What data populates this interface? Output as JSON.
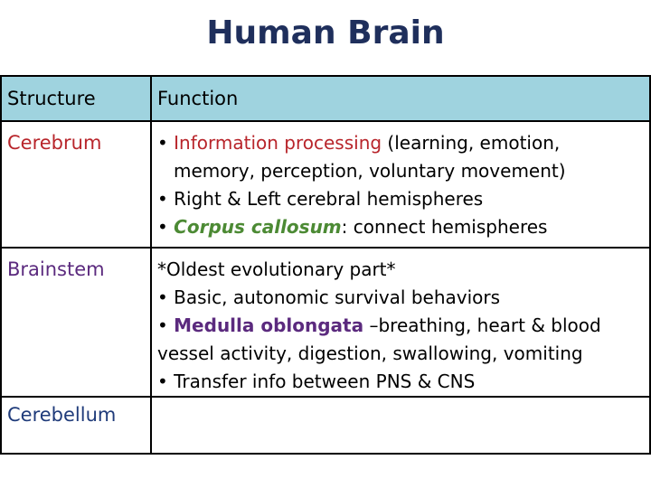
{
  "page": {
    "title": "Human Brain"
  },
  "table": {
    "headers": {
      "structure": "Structure",
      "function": "Function"
    },
    "rows": {
      "cerebrum": {
        "name": "Cerebrum",
        "line1_prefix": "• ",
        "line1_highlight": "Information processing",
        "line1_rest": " (learning, emotion,",
        "line2": "memory, perception, voluntary movement)",
        "line3": "• Right & Left cerebral hemispheres",
        "line4_prefix": "• ",
        "line4_highlight": "Corpus callosum",
        "line4_rest": ": connect hemispheres"
      },
      "brainstem": {
        "name": "Brainstem",
        "line1": "*Oldest evolutionary part*",
        "line2": "• Basic, autonomic survival behaviors",
        "line3_prefix": "• ",
        "line3_highlight": "Medulla oblongata",
        "line3_rest": " –breathing, heart & blood",
        "line4": "vessel activity, digestion, swallowing, vomiting",
        "line5": "• Transfer info between PNS & CNS"
      },
      "cerebellum": {
        "name": "Cerebellum",
        "function": ""
      }
    }
  },
  "colors": {
    "title": "#1f2f5c",
    "header_bg": "#9fd3df",
    "cerebrum": "#b8252b",
    "brainstem": "#5b2a7e",
    "cerebellum": "#1f3b7a",
    "corpus_callosum": "#4c8a34"
  }
}
